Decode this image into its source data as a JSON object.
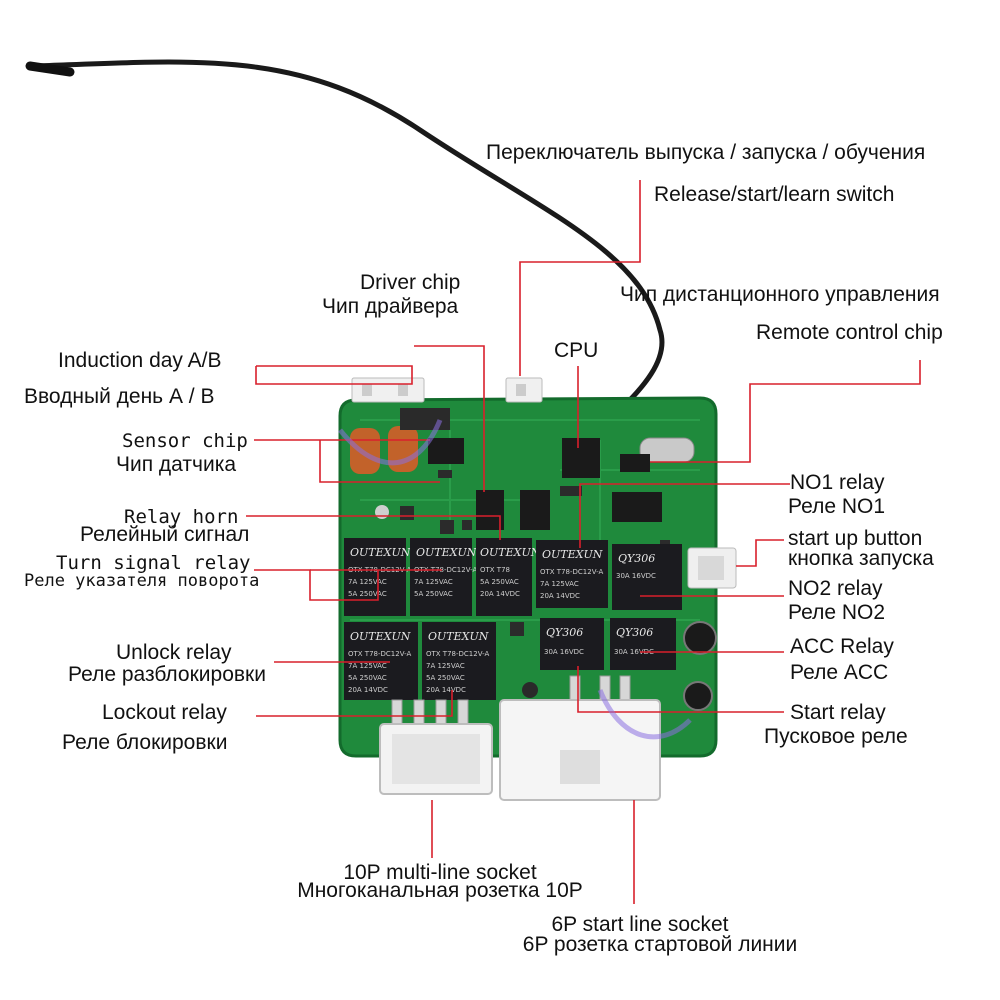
{
  "labels": {
    "release_switch_ru": "Переключатель выпуска / запуска / обучения",
    "release_switch_en": "Release/start/learn switch",
    "remote_chip_ru": "Чип дистанционного управления",
    "remote_chip_en": "Remote control chip",
    "driver_chip_en": "Driver chip",
    "driver_chip_ru": "Чип драйвера",
    "cpu": "CPU",
    "induction_en": "Induction day A/B",
    "induction_ru": "Вводный день А / В",
    "sensor_chip_en": "Sensor chip",
    "sensor_chip_ru": "Чип датчика",
    "relay_horn_en": "Relay horn",
    "relay_horn_ru": "Релейный сигнал",
    "turn_signal_en": "Turn signal relay",
    "turn_signal_ru": "Реле указателя поворота",
    "unlock_en": "Unlock relay",
    "unlock_ru": "Реле разблокировки",
    "lockout_en": "Lockout relay",
    "lockout_ru": "Реле блокировки",
    "no1_en": "NO1 relay",
    "no1_ru": "Реле NO1",
    "startup_en": "start up button",
    "startup_ru": "кнопка запуска",
    "no2_en": "NO2 relay",
    "no2_ru": "Реле NO2",
    "acc_en": "ACC Relay",
    "acc_ru": "Реле ACC",
    "start_relay_en": "Start relay",
    "start_relay_ru": "Пусковое реле",
    "socket10_en": "10P multi-line socket",
    "socket10_ru": "Многоканальная розетка 10P",
    "socket6_en": "6P start line socket",
    "socket6_ru": "6P розетка стартовой линии"
  },
  "relays": {
    "brand": "OUTEXUN",
    "model": "OTX T78-DC12V-A",
    "spec_1": "7A 125VAC",
    "spec_2": "5A 250VAC",
    "spec_3": "20A 14VDC",
    "small_brand": "QY306",
    "small_spec": "30A 16VDC"
  },
  "colors": {
    "pcb": "#1f8a3c",
    "pcb_dark": "#136b2c",
    "leader": "#d9202c",
    "relay": "#1b1b1f",
    "connector": "#f2f2f2",
    "antenna": "#1a1a1a"
  }
}
